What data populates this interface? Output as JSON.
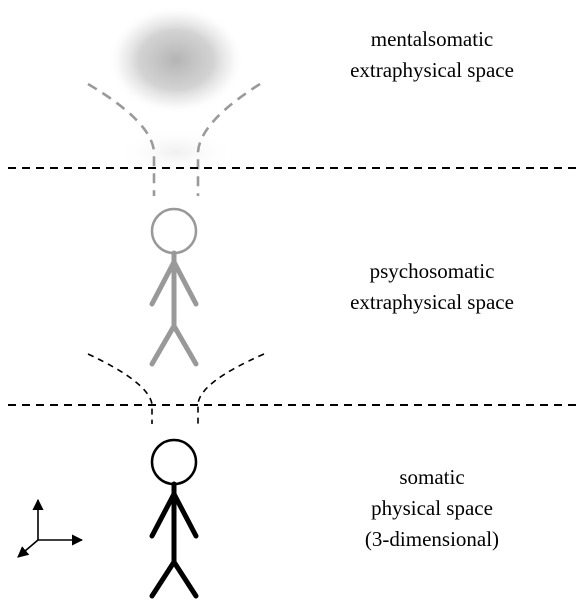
{
  "regions": {
    "mentalsomatic": {
      "line1": "mentalsomatic",
      "line2": "extraphysical space"
    },
    "psychosomatic": {
      "line1": "psychosomatic",
      "line2": "extraphysical space"
    },
    "somatic": {
      "line1": "somatic",
      "line2": "physical space",
      "line3": "(3-dimensional)"
    }
  },
  "colors": {
    "physical_figure": "#000000",
    "psychosomatic_figure": "#999999",
    "mentalsomatic_glow": "#b5b5b5",
    "boundary_line": "#000000",
    "tunnel_upper": "#9a9a9a",
    "tunnel_lower": "#000000"
  },
  "icons": {
    "axes": "3d-axes-icon",
    "mentalsoma": "glow-orb-icon",
    "psychosoma": "stick-figure-icon",
    "soma": "stick-figure-icon"
  }
}
